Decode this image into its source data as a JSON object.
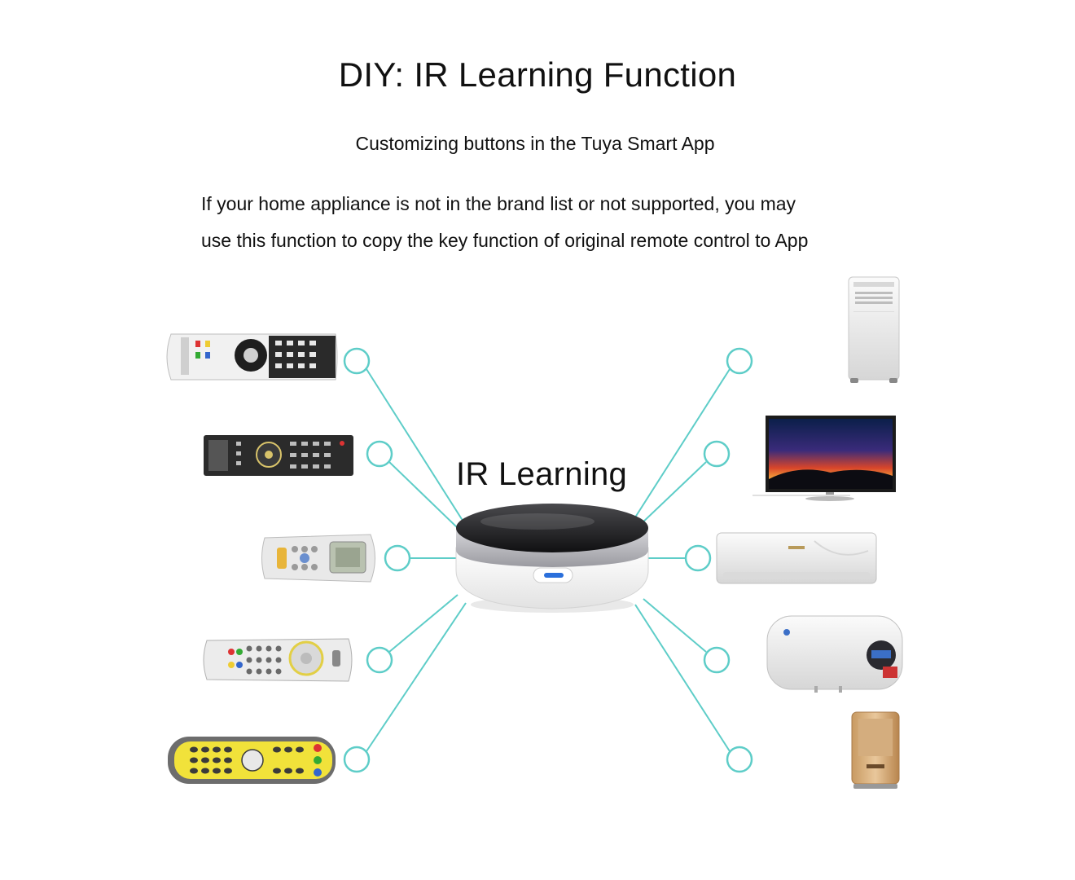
{
  "header": {
    "title": "DIY: IR Learning Function",
    "subtitle": "Customizing buttons in the Tuya Smart App",
    "description_line1": "If your home appliance is not in the brand list or not supported, you may",
    "description_line2": "use this function to copy the key function of original remote control to App"
  },
  "hub": {
    "label": "IR Learning",
    "indicator_color": "#2a6fdb"
  },
  "colors": {
    "connector": "#5ecdc8",
    "hub_top": "#1c1c1e",
    "hub_ring": "#b8b8bc",
    "hub_body": "#f4f4f4"
  },
  "remotes": [
    {
      "name": "tv-remote-white-icon"
    },
    {
      "name": "tv-remote-black-icon"
    },
    {
      "name": "ac-remote-icon"
    },
    {
      "name": "set-top-box-remote-icon"
    },
    {
      "name": "yellow-universal-remote-icon"
    }
  ],
  "appliances": [
    {
      "name": "portable-air-conditioner-icon"
    },
    {
      "name": "television-icon"
    },
    {
      "name": "split-air-conditioner-icon"
    },
    {
      "name": "water-heater-icon"
    },
    {
      "name": "air-purifier-icon"
    }
  ]
}
